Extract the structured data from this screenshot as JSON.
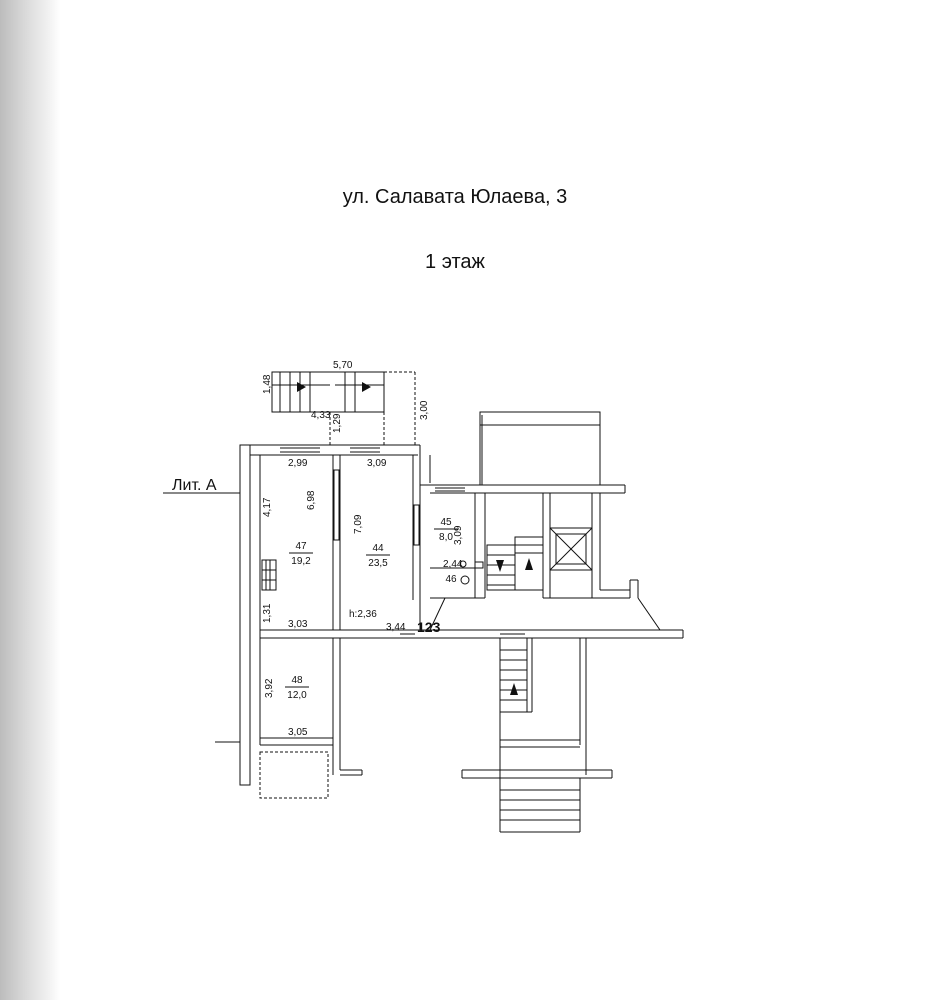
{
  "header": {
    "address": "ул. Салавата Юлаева, 3",
    "floor": "1 этаж"
  },
  "plan": {
    "liter": "Лит. А",
    "apartment_number": "123",
    "ceiling_height": "h:2,36",
    "rooms": [
      {
        "number": "47",
        "area": "19,2"
      },
      {
        "number": "44",
        "area": "23,5"
      },
      {
        "number": "45",
        "area": "8,0"
      },
      {
        "number": "46",
        "area": ""
      },
      {
        "number": "48",
        "area": "12,0"
      }
    ],
    "dimensions": {
      "stair_width": "5,70",
      "stair_height": "1,48",
      "stair_inner": "4,33",
      "stair_depth": "3,00",
      "porch": "1,29",
      "r47_top": "2,99",
      "r44_top": "3,09",
      "r47_side": "4,17",
      "r47_inner": "6,98",
      "r44_inner": "7,09",
      "r45_side": "3,09",
      "r46_top": "2,44",
      "r47_lower": "1,31",
      "r47_bottom": "3,03",
      "r44_bottom": "3,44",
      "r48_side": "3,92",
      "r48_bottom": "3,05"
    }
  }
}
